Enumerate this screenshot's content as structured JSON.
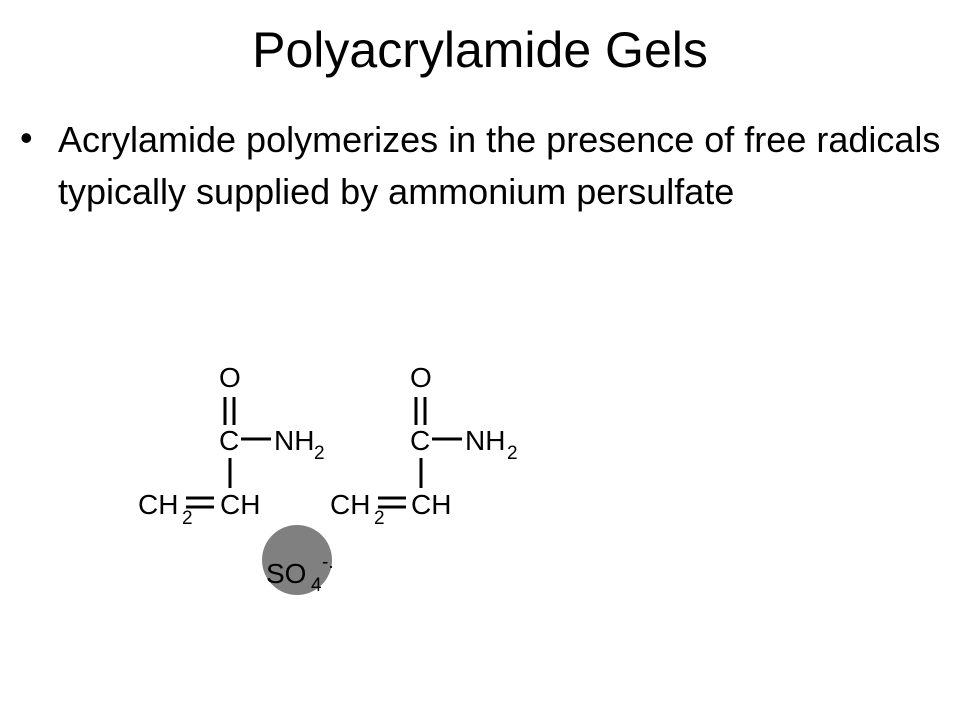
{
  "slide": {
    "title": "Polyacrylamide Gels",
    "bullet_symbol": "•",
    "bullet_text": "Acrylamide polymerizes in the presence of free radicals typically supplied by ammonium persulfate"
  },
  "diagram": {
    "monomers": [
      {
        "oxygen": "O",
        "carbonyl_carbon": "C",
        "amide": "NH",
        "amide_sub": "2",
        "methylene": "CH",
        "methylene_sub": "2",
        "methine": "CH"
      },
      {
        "oxygen": "O",
        "carbonyl_carbon": "C",
        "amide": "NH",
        "amide_sub": "2",
        "methylene": "CH",
        "methylene_sub": "2",
        "methine": "CH"
      }
    ],
    "radical": {
      "label": "SO",
      "sub": "4",
      "sup": "-.",
      "color": "#808080"
    }
  }
}
